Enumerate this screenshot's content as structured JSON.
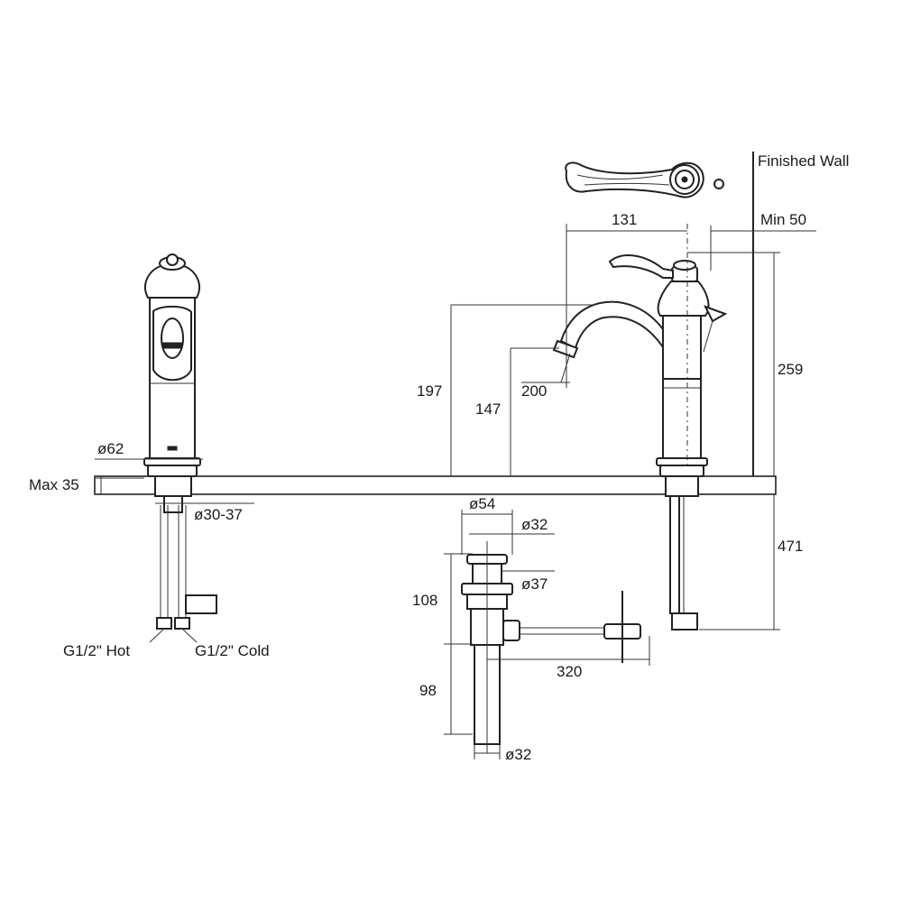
{
  "labels": {
    "finished_wall": "Finished Wall",
    "min_50": "Min 50",
    "dim_131": "131",
    "dim_259": "259",
    "dim_197": "197",
    "dim_147": "147",
    "dim_200": "200",
    "dim_62": "ø62",
    "max_35": "Max 35",
    "dim_30_37": "ø30-37",
    "dim_471": "471",
    "dim_54": "ø54",
    "dim_32_top": "ø32",
    "dim_37": "ø37",
    "dim_108": "108",
    "dim_98": "98",
    "dim_320": "320",
    "dim_32_bottom": "ø32",
    "hot": "G1/2\" Hot",
    "cold": "G1/2\" Cold"
  },
  "colors": {
    "line": "#222222",
    "background": "#ffffff"
  }
}
